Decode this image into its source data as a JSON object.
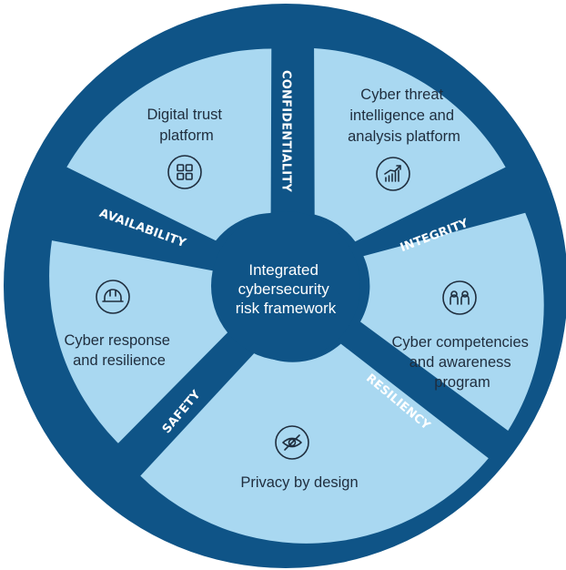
{
  "colors": {
    "ring": "#0f5487",
    "segment": "#a9d8f1",
    "text": "#1f2d3d",
    "spoke_text": "#ffffff"
  },
  "center": {
    "lines": [
      "Integrated",
      "cybersecurity",
      "risk framework"
    ]
  },
  "segments": [
    {
      "id": "digital-trust",
      "lines": [
        "Digital trust",
        "platform"
      ],
      "icon": "grid-icon"
    },
    {
      "id": "threat-intel",
      "lines": [
        "Cyber threat",
        "intelligence and",
        "analysis platform"
      ],
      "icon": "chart-trend-icon"
    },
    {
      "id": "competencies",
      "lines": [
        "Cyber competencies",
        "and awareness",
        "program"
      ],
      "icon": "people-icon"
    },
    {
      "id": "privacy",
      "lines": [
        "Privacy by design"
      ],
      "icon": "eye-off-icon"
    },
    {
      "id": "response",
      "lines": [
        "Cyber response",
        "and resilience"
      ],
      "icon": "hard-hat-icon"
    }
  ],
  "spokes": [
    {
      "id": "confidentiality",
      "label": "CONFIDENTIALITY"
    },
    {
      "id": "integrity",
      "label": "INTEGRITY"
    },
    {
      "id": "resiliency",
      "label": "RESILIENCY"
    },
    {
      "id": "safety",
      "label": "SAFETY"
    },
    {
      "id": "availability",
      "label": "AVAILABILITY"
    }
  ]
}
